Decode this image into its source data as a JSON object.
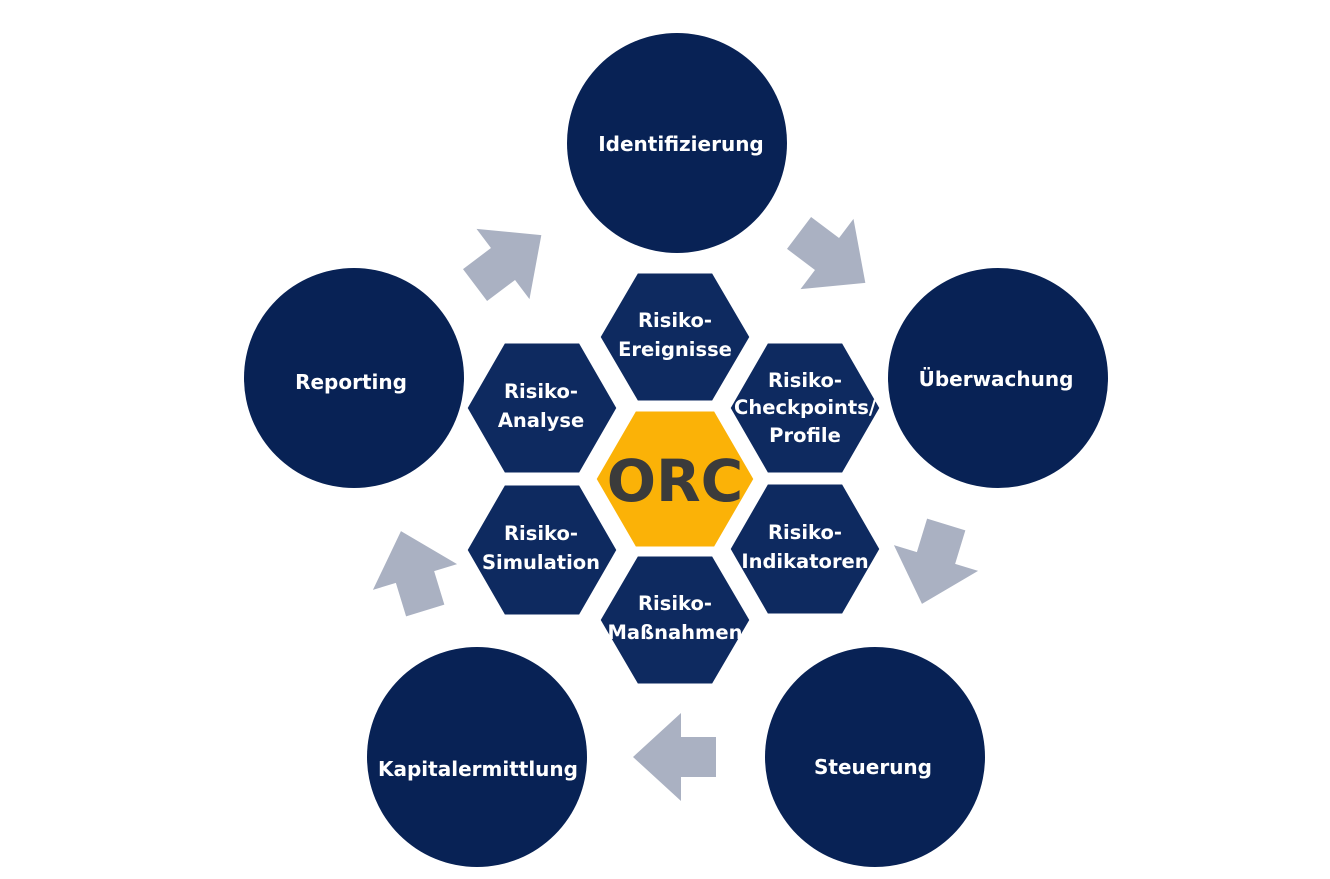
{
  "cycle": {
    "stages": [
      "Identifizierung",
      "Überwachung",
      "Steuerung",
      "Kapitalermittlung",
      "Reporting"
    ]
  },
  "center": {
    "label": "ORC"
  },
  "hexagons": {
    "ereignisse": [
      "Risiko-",
      "Ereignisse"
    ],
    "checkpoints": [
      "Risiko-",
      "Checkpoints/",
      "Profile"
    ],
    "indikatoren": [
      "Risiko-",
      "Indikatoren"
    ],
    "massnahmen": [
      "Risiko-",
      "Maßnahmen"
    ],
    "simulation": [
      "Risiko-",
      "Simulation"
    ],
    "analyse": [
      "Risiko-",
      "Analyse"
    ]
  },
  "colors": {
    "circle": "#082255",
    "hexagon": "#0e2a60",
    "center": "#fbb207",
    "center_text": "#3b3b3b",
    "arrow": "#aab1c2"
  }
}
